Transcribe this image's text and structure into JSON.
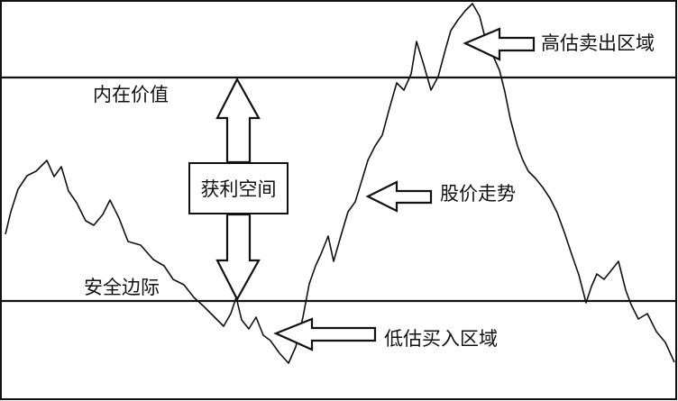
{
  "labels": {
    "intrinsic_value": "内在价值",
    "safety_margin": "安全边际",
    "profit_space": "获利空间",
    "price_trend": "股价走势",
    "high_sell_zone": "高估卖出区域",
    "low_buy_zone": "低估买入区域"
  },
  "colors": {
    "line": "#111111",
    "background": "#ffffff"
  }
}
